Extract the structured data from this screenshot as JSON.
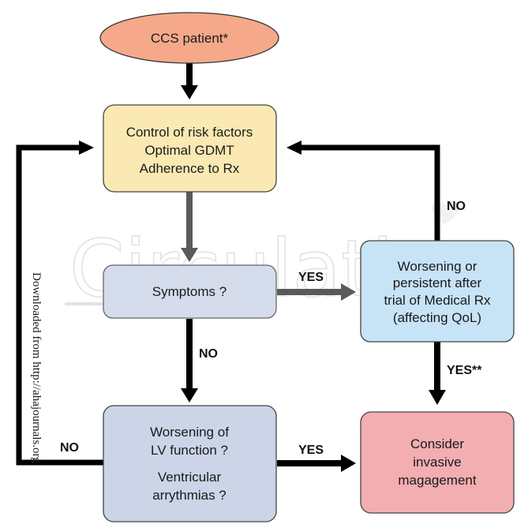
{
  "nodes": {
    "start": "CCS patient*",
    "control": [
      "Control of risk factors",
      "Optimal GDMT",
      "Adherence to Rx"
    ],
    "symptoms": "Symptoms ?",
    "worsening_med": [
      "Worsening  or",
      "persistent after",
      "trial of Medical Rx",
      "(affecting QoL)"
    ],
    "lv": [
      "Worsening of",
      "LV function ?",
      "Ventricular",
      "arrythmias ?"
    ],
    "consider": [
      "Consider",
      "invasive",
      "magagement"
    ]
  },
  "edges": {
    "symptoms_yes": "YES",
    "symptoms_no": "NO",
    "worsening_no": "NO",
    "worsening_yes": "YES**",
    "lv_yes": "YES",
    "lv_no": "NO"
  },
  "watermark": {
    "text": "Circulation",
    "vertical_note": "Downloaded from http://ahajournals.org"
  },
  "colors": {
    "start_fill": "#f5a98a",
    "control_fill": "#fbe9b3",
    "symptoms_fill": "#d5dcec",
    "worsening_fill": "#c7e3f6",
    "lv_fill": "#ccd4e8",
    "consider_fill": "#f2aeb1",
    "arrow_dark": "#000000",
    "arrow_grey": "#5a5a5a"
  }
}
